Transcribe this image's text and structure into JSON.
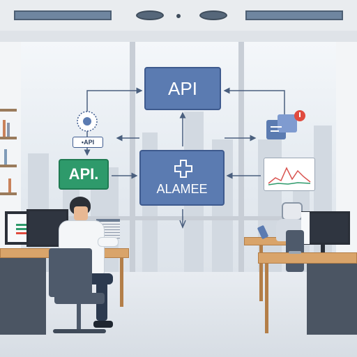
{
  "diagram": {
    "api_main_label": "API",
    "alamee_label": "ALAMEE",
    "small_api_label": "•API",
    "green_api_label": "API.",
    "accent_blue": "#5b7bb1",
    "accent_green": "#2e9a6b"
  },
  "icons": [
    "gear-network-icon",
    "chat-bubble-icon",
    "notification-icon",
    "chart-icon",
    "medical-cross-icon"
  ]
}
